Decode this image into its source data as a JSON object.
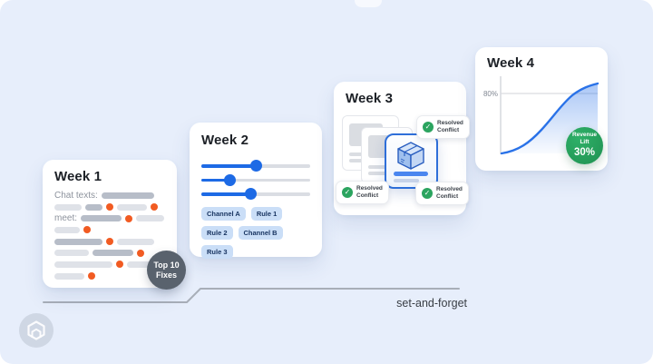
{
  "colors": {
    "background": "#e7eefb",
    "accent_blue": "#1d6ae5",
    "orange_dot": "#f15b22",
    "green": "#23a05a",
    "slate_badge": "#59626d",
    "timeline_gray": "#a8aeb8"
  },
  "cards": {
    "week1": {
      "title": "Week 1",
      "rows": [
        [
          {
            "t": "label",
            "text": "Chat texts:"
          },
          {
            "t": "pill",
            "tone": "dark",
            "w": 58
          }
        ],
        [
          {
            "t": "pill",
            "tone": "light",
            "w": 30
          },
          {
            "t": "pill",
            "tone": "dark",
            "w": 19
          },
          {
            "t": "dot"
          },
          {
            "t": "pill",
            "tone": "light",
            "w": 33
          },
          {
            "t": "dot"
          }
        ],
        [
          {
            "t": "label",
            "text": "meet:"
          },
          {
            "t": "pill",
            "tone": "dark",
            "w": 45
          },
          {
            "t": "dot"
          },
          {
            "t": "pill",
            "tone": "light",
            "w": 31
          }
        ],
        [
          {
            "t": "pill",
            "tone": "light",
            "w": 28
          },
          {
            "t": "dot"
          }
        ],
        [
          {
            "t": "pill",
            "tone": "dark",
            "w": 53
          },
          {
            "t": "dot"
          },
          {
            "t": "pill",
            "tone": "light",
            "w": 41
          }
        ],
        [
          {
            "t": "pill",
            "tone": "light",
            "w": 38
          },
          {
            "t": "pill",
            "tone": "dark",
            "w": 45
          },
          {
            "t": "dot"
          }
        ],
        [
          {
            "t": "pill",
            "tone": "light",
            "w": 64
          },
          {
            "t": "dot"
          },
          {
            "t": "pill",
            "tone": "light",
            "w": 27
          }
        ],
        [
          {
            "t": "pill",
            "tone": "light",
            "w": 33
          },
          {
            "t": "dot"
          }
        ]
      ],
      "badge": {
        "line1": "Top 10",
        "line2": "Fixes"
      }
    },
    "week2": {
      "title": "Week 2",
      "sliders": [
        {
          "percent": 50
        },
        {
          "percent": 26
        },
        {
          "percent": 45
        }
      ],
      "chips": [
        "Channel A",
        "Rule 1",
        "Rule 2",
        "Channel B",
        "Rule 3"
      ]
    },
    "week3": {
      "title": "Week 3",
      "badge": {
        "line1": "Resolved",
        "line2": "Conflict"
      }
    },
    "week4": {
      "title": "Week 4",
      "ytick": "80%",
      "badge": {
        "line1": "Revenue",
        "line2": "Lift",
        "value": "30%"
      }
    }
  },
  "timeline": {
    "label": "set-and-forget"
  },
  "chart_data": {
    "type": "area",
    "title": "Week 4",
    "series": [
      {
        "name": "Revenue",
        "x": [
          0,
          10,
          20,
          30,
          40,
          50,
          60,
          70,
          80,
          90,
          100
        ],
        "y": [
          2,
          5,
          10,
          18,
          30,
          45,
          60,
          72,
          80,
          86,
          90
        ]
      }
    ],
    "xlabel": "",
    "ylabel": "",
    "ylim": [
      0,
      100
    ],
    "yticks": [
      "80%"
    ],
    "grid": "single horizontal gridline at 80%",
    "legend": "none",
    "annotations": [
      "Revenue Lift 30%"
    ]
  }
}
